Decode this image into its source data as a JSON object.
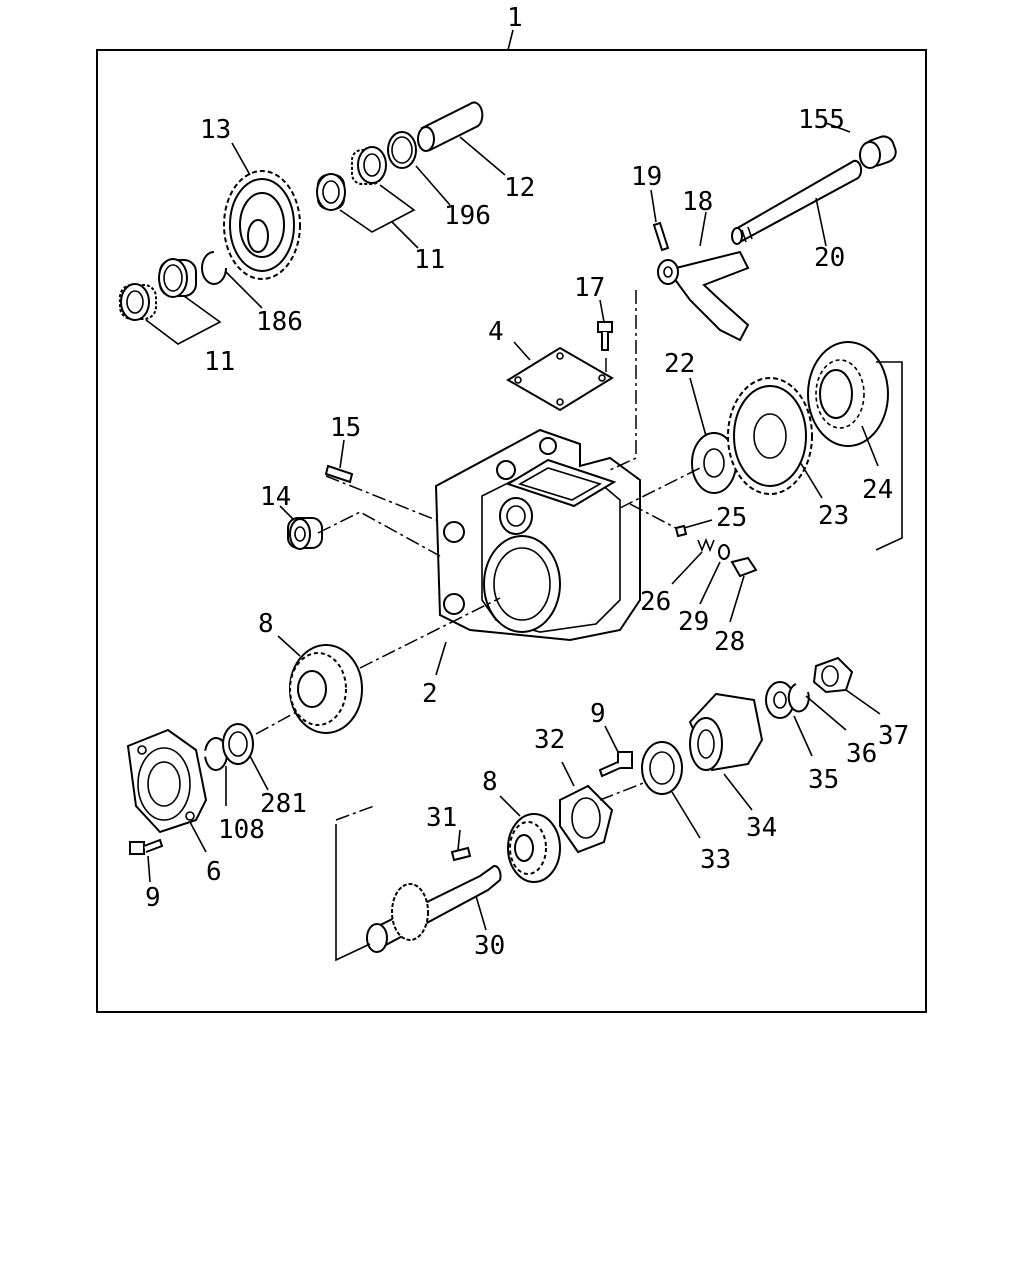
{
  "labels": {
    "l1": "1",
    "l2": "2",
    "l4": "4",
    "l6": "6",
    "l8a": "8",
    "l8b": "8",
    "l9a": "9",
    "l9b": "9",
    "l11a": "11",
    "l11b": "11",
    "l12": "12",
    "l13": "13",
    "l14": "14",
    "l15": "15",
    "l17": "17",
    "l18": "18",
    "l19": "19",
    "l20": "20",
    "l22": "22",
    "l23": "23",
    "l24": "24",
    "l25": "25",
    "l26": "26",
    "l28": "28",
    "l29": "29",
    "l30": "30",
    "l31": "31",
    "l32": "32",
    "l33": "33",
    "l34": "34",
    "l35": "35",
    "l36": "36",
    "l37": "37",
    "l108": "108",
    "l155": "155",
    "l186": "186",
    "l196": "196",
    "l281": "281"
  }
}
